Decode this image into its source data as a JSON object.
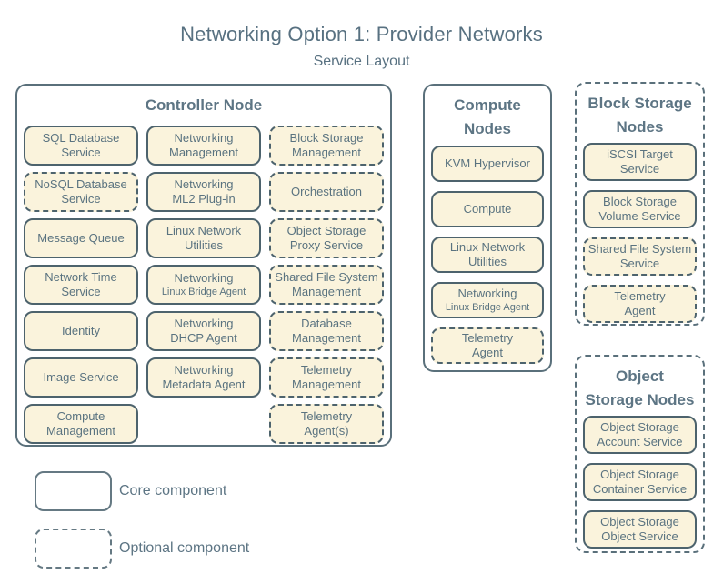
{
  "title": "Networking Option 1: Provider Networks",
  "subtitle": "Service Layout",
  "colors": {
    "background": "#ffffff",
    "service_fill": "#faf3dc",
    "service_border": "#4d636d",
    "group_border": "#5a707b",
    "text": "#5a7380"
  },
  "groups": [
    {
      "id": "controller-node",
      "label_lines": [
        "Controller Node"
      ],
      "border": "solid",
      "items": [
        {
          "lines": [
            "SQL Database",
            "Service"
          ],
          "style": "solid"
        },
        {
          "lines": [
            "Networking",
            "Management"
          ],
          "style": "solid"
        },
        {
          "lines": [
            "Block Storage",
            "Management"
          ],
          "style": "dashed"
        },
        {
          "lines": [
            "NoSQL Database",
            "Service"
          ],
          "style": "dashed"
        },
        {
          "lines": [
            "Networking",
            "ML2 Plug-in"
          ],
          "style": "solid"
        },
        {
          "lines": [
            "Orchestration"
          ],
          "style": "dashed"
        },
        {
          "lines": [
            "Message Queue"
          ],
          "style": "solid"
        },
        {
          "lines": [
            "Linux Network",
            "Utilities"
          ],
          "style": "solid"
        },
        {
          "lines": [
            "Object Storage",
            "Proxy Service"
          ],
          "style": "dashed"
        },
        {
          "lines": [
            "Network Time",
            "Service"
          ],
          "style": "solid"
        },
        {
          "lines": [
            "Networking"
          ],
          "sub": "Linux Bridge Agent",
          "style": "solid"
        },
        {
          "lines": [
            "Shared File System",
            "Management"
          ],
          "style": "dashed"
        },
        {
          "lines": [
            "Identity"
          ],
          "style": "solid"
        },
        {
          "lines": [
            "Networking",
            "DHCP Agent"
          ],
          "style": "solid"
        },
        {
          "lines": [
            "Database",
            "Management"
          ],
          "style": "dashed"
        },
        {
          "lines": [
            "Image Service"
          ],
          "style": "solid"
        },
        {
          "lines": [
            "Networking",
            "Metadata Agent"
          ],
          "style": "solid"
        },
        {
          "lines": [
            "Telemetry",
            "Management"
          ],
          "style": "dashed"
        },
        {
          "lines": [
            "Compute",
            "Management"
          ],
          "style": "solid"
        },
        {
          "empty": true
        },
        {
          "lines": [
            "Telemetry",
            "Agent(s)"
          ],
          "style": "dashed"
        }
      ]
    },
    {
      "id": "compute-nodes",
      "label_lines": [
        "Compute",
        "Nodes"
      ],
      "border": "solid",
      "items": [
        {
          "lines": [
            "KVM Hypervisor"
          ],
          "style": "solid"
        },
        {
          "lines": [
            "Compute"
          ],
          "style": "solid"
        },
        {
          "lines": [
            "Linux Network",
            "Utilities"
          ],
          "style": "solid"
        },
        {
          "lines": [
            "Networking"
          ],
          "sub": "Linux Bridge Agent",
          "style": "solid"
        },
        {
          "lines": [
            "Telemetry",
            "Agent"
          ],
          "style": "dashed"
        }
      ]
    },
    {
      "id": "block-storage-nodes",
      "label_lines": [
        "Block Storage",
        "Nodes"
      ],
      "border": "dashed",
      "items": [
        {
          "lines": [
            "iSCSI Target",
            "Service"
          ],
          "style": "solid"
        },
        {
          "lines": [
            "Block Storage",
            "Volume Service"
          ],
          "style": "solid"
        },
        {
          "lines": [
            "Shared File System",
            "Service"
          ],
          "style": "dashed"
        },
        {
          "lines": [
            "Telemetry",
            "Agent"
          ],
          "style": "dashed"
        }
      ]
    },
    {
      "id": "object-storage-nodes",
      "label_lines": [
        "Object",
        "Storage Nodes"
      ],
      "border": "dashed",
      "items": [
        {
          "lines": [
            "Object Storage",
            "Account Service"
          ],
          "style": "solid"
        },
        {
          "lines": [
            "Object Storage",
            "Container Service"
          ],
          "style": "solid"
        },
        {
          "lines": [
            "Object Storage",
            "Object Service"
          ],
          "style": "solid"
        }
      ]
    }
  ],
  "legend": {
    "core_label": "Core component",
    "optional_label": "Optional component"
  }
}
